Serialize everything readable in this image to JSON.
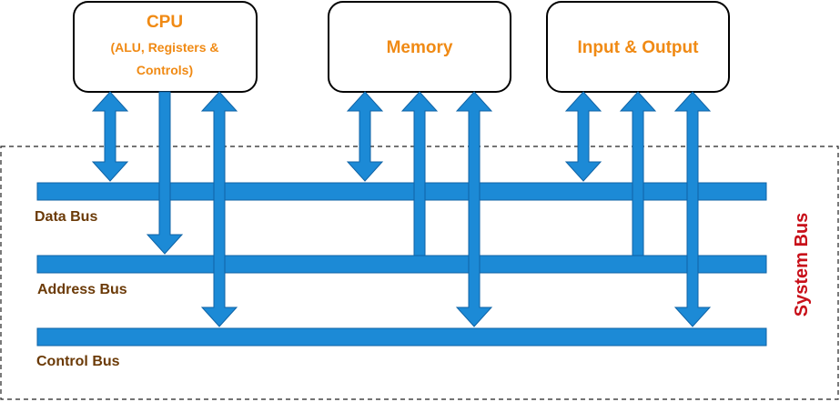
{
  "colors": {
    "box_text": "#f08a14",
    "bus_fill": "#1c8ad6",
    "bus_stroke": "#0f63a6",
    "bus_label": "#6b3a07",
    "system_bus_label": "#c8101a",
    "box_border": "#000000",
    "dashed_border": "#222222"
  },
  "components": {
    "cpu": {
      "title": "CPU",
      "sub1": "(ALU, Registers &",
      "sub2": "Controls)"
    },
    "memory": {
      "title": "Memory"
    },
    "io": {
      "title": "Input & Output"
    }
  },
  "buses": {
    "data": "Data Bus",
    "address": "Address Bus",
    "control": "Control Bus"
  },
  "system_bus": {
    "label": "System Bus"
  }
}
